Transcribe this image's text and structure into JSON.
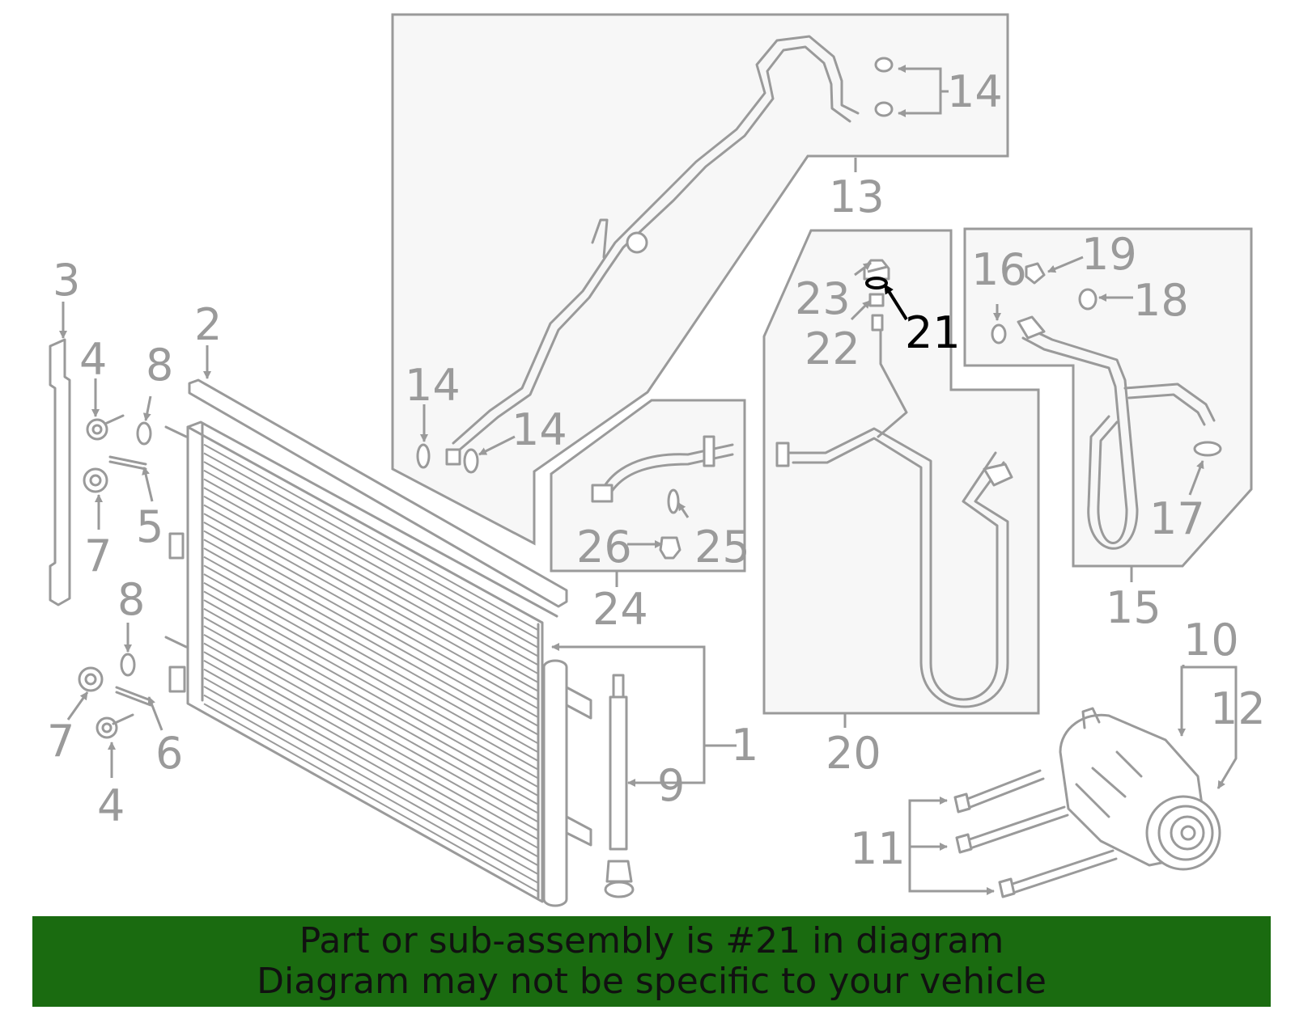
{
  "labels": {
    "l1": "1",
    "l2": "2",
    "l3": "3",
    "l4a": "4",
    "l4b": "4",
    "l5": "5",
    "l6": "6",
    "l7a": "7",
    "l7b": "7",
    "l8a": "8",
    "l8b": "8",
    "l9": "9",
    "l10": "10",
    "l11": "11",
    "l12": "12",
    "l13": "13",
    "l14a": "14",
    "l14b": "14",
    "l14c": "14",
    "l15": "15",
    "l16": "16",
    "l17": "17",
    "l18": "18",
    "l19": "19",
    "l20": "20",
    "l21": "21",
    "l22": "22",
    "l23": "23",
    "l24": "24",
    "l25": "25",
    "l26": "26"
  },
  "banner": {
    "line1": "Part or sub-assembly is #21 in diagram",
    "line2": "Diagram may not be specific to your vehicle"
  },
  "colors": {
    "banner_bg": "#1a6b10",
    "part_stroke": "#9a9a9a",
    "highlight": "#000000"
  }
}
